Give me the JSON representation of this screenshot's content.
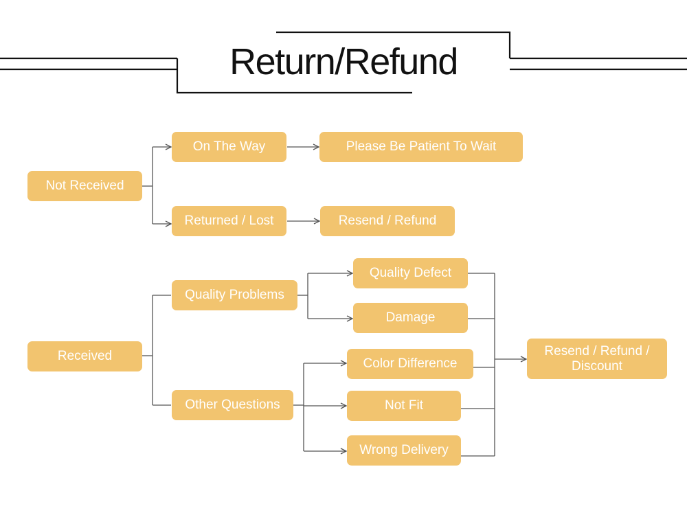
{
  "title": "Return/Refund",
  "nodes": {
    "not_received": "Not Received",
    "on_the_way": "On The Way",
    "please_wait": "Please Be Patient To Wait",
    "returned_lost": "Returned / Lost",
    "resend_refund": "Resend / Refund",
    "received": "Received",
    "quality_problems": "Quality Problems",
    "quality_defect": "Quality Defect",
    "damage": "Damage",
    "other_questions": "Other Questions",
    "color_difference": "Color Difference",
    "not_fit": "Not Fit",
    "wrong_delivery": "Wrong Delivery",
    "resend_refund_discount": "Resend / Refund / Discount"
  },
  "colors": {
    "node_fill": "#f2c46f",
    "node_text": "#ffffff",
    "connector": "#555555",
    "title_rule": "#111111"
  }
}
